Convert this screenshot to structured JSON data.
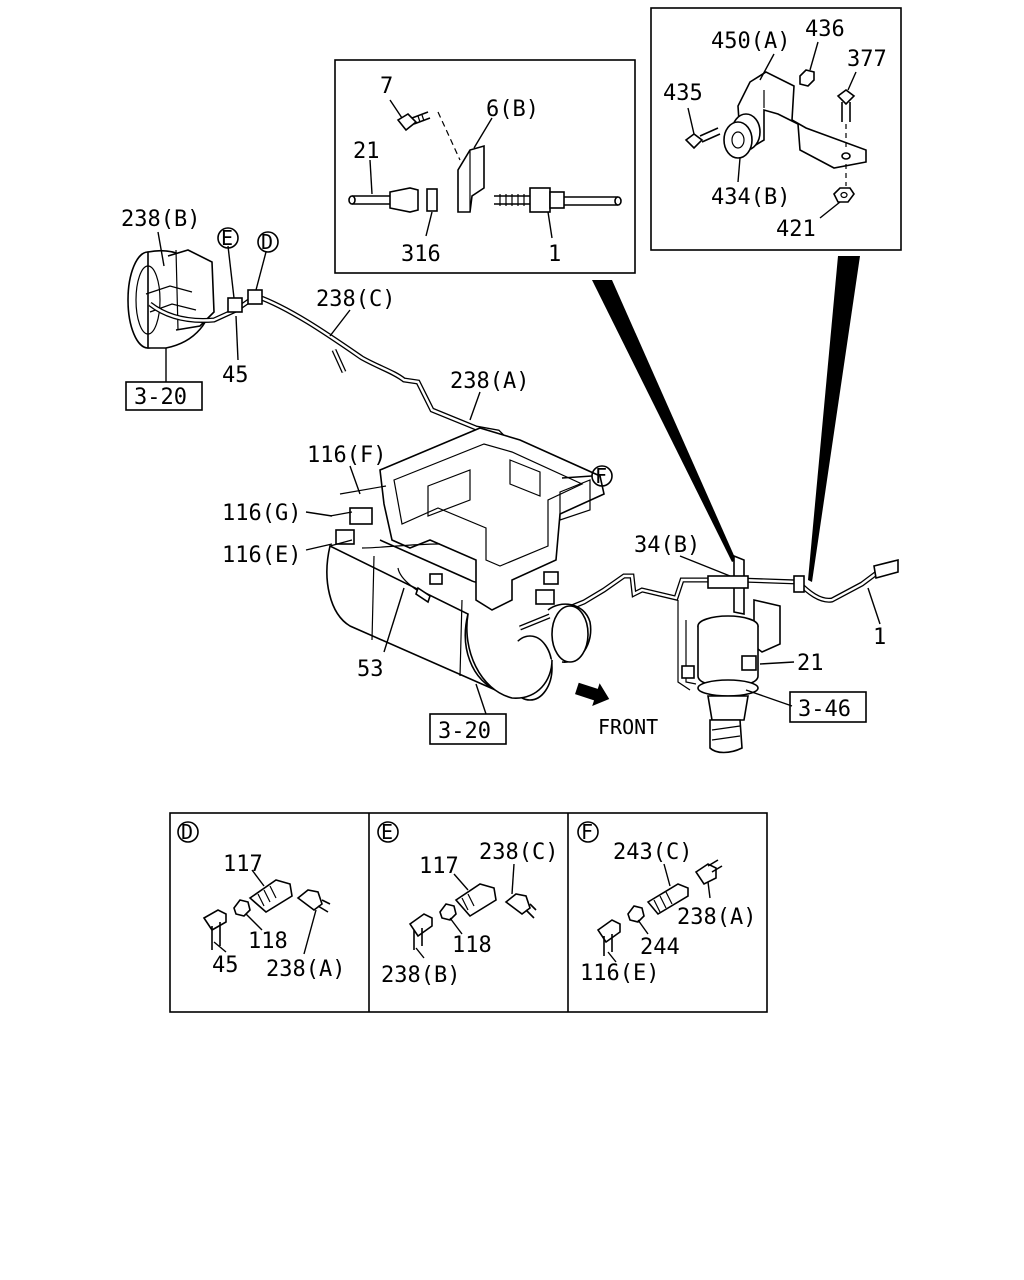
{
  "detail_top": {
    "labels": [
      "7",
      "6(B)",
      "21",
      "316",
      "1"
    ]
  },
  "detail_bracket": {
    "labels": [
      "450(A)",
      "436",
      "377",
      "435",
      "434(B)",
      "421"
    ]
  },
  "main": {
    "labels": {
      "p238B": "238(B)",
      "refE": "E",
      "refD": "D",
      "p238C": "238(C)",
      "p45": "45",
      "ref320a": "3-20",
      "p238A": "238(A)",
      "p116F": "116(F)",
      "refF": "F",
      "p116G": "116(G)",
      "p116E": "116(E)",
      "p34B": "34(B)",
      "p1": "1",
      "p21": "21",
      "p53": "53",
      "ref346": "3-46",
      "ref320b": "3-20",
      "front": "FRONT"
    }
  },
  "panels": [
    {
      "id": "D",
      "labels": [
        "117",
        "118",
        "45",
        "238(A)"
      ]
    },
    {
      "id": "E",
      "labels": [
        "117",
        "238(C)",
        "118",
        "238(B)"
      ]
    },
    {
      "id": "F",
      "labels": [
        "243(C)",
        "238(A)",
        "244",
        "116(E)"
      ]
    }
  ]
}
